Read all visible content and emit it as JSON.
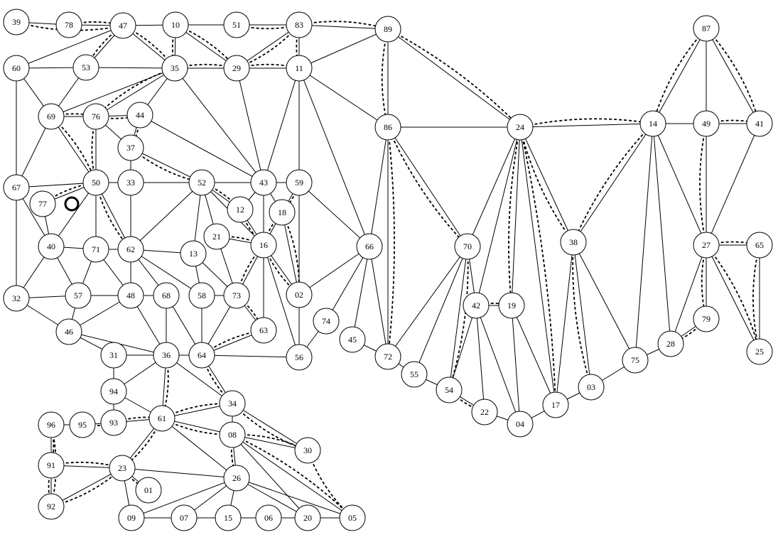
{
  "nodes": [
    {
      "id": "39",
      "label": "39"
    },
    {
      "id": "78",
      "label": "78"
    },
    {
      "id": "47",
      "label": "47"
    },
    {
      "id": "10",
      "label": "10"
    },
    {
      "id": "51",
      "label": "51"
    },
    {
      "id": "83",
      "label": "83"
    },
    {
      "id": "89",
      "label": "89"
    },
    {
      "id": "87",
      "label": "87"
    },
    {
      "id": "60",
      "label": "60"
    },
    {
      "id": "53",
      "label": "53"
    },
    {
      "id": "35",
      "label": "35"
    },
    {
      "id": "29",
      "label": "29"
    },
    {
      "id": "11",
      "label": "11"
    },
    {
      "id": "69",
      "label": "69"
    },
    {
      "id": "76",
      "label": "76"
    },
    {
      "id": "44",
      "label": "44"
    },
    {
      "id": "86",
      "label": "86"
    },
    {
      "id": "24",
      "label": "24"
    },
    {
      "id": "14",
      "label": "14"
    },
    {
      "id": "49",
      "label": "49"
    },
    {
      "id": "41",
      "label": "41"
    },
    {
      "id": "37",
      "label": "37"
    },
    {
      "id": "67",
      "label": "67"
    },
    {
      "id": "50",
      "label": "50"
    },
    {
      "id": "33",
      "label": "33"
    },
    {
      "id": "52",
      "label": "52"
    },
    {
      "id": "43",
      "label": "43"
    },
    {
      "id": "59",
      "label": "59"
    },
    {
      "id": "77",
      "label": "77"
    },
    {
      "id": "12",
      "label": "12"
    },
    {
      "id": "18",
      "label": "18"
    },
    {
      "id": "21",
      "label": "21"
    },
    {
      "id": "16",
      "label": "16"
    },
    {
      "id": "40",
      "label": "40"
    },
    {
      "id": "71",
      "label": "71"
    },
    {
      "id": "62",
      "label": "62"
    },
    {
      "id": "13",
      "label": "13"
    },
    {
      "id": "66",
      "label": "66"
    },
    {
      "id": "70",
      "label": "70"
    },
    {
      "id": "38",
      "label": "38"
    },
    {
      "id": "27",
      "label": "27"
    },
    {
      "id": "65",
      "label": "65"
    },
    {
      "id": "32",
      "label": "32"
    },
    {
      "id": "57",
      "label": "57"
    },
    {
      "id": "48",
      "label": "48"
    },
    {
      "id": "68",
      "label": "68"
    },
    {
      "id": "58",
      "label": "58"
    },
    {
      "id": "73",
      "label": "73"
    },
    {
      "id": "02",
      "label": "02"
    },
    {
      "id": "42",
      "label": "42"
    },
    {
      "id": "19",
      "label": "19"
    },
    {
      "id": "46",
      "label": "46"
    },
    {
      "id": "74",
      "label": "74"
    },
    {
      "id": "63",
      "label": "63"
    },
    {
      "id": "79",
      "label": "79"
    },
    {
      "id": "45",
      "label": "45"
    },
    {
      "id": "31",
      "label": "31"
    },
    {
      "id": "36",
      "label": "36"
    },
    {
      "id": "64",
      "label": "64"
    },
    {
      "id": "56",
      "label": "56"
    },
    {
      "id": "72",
      "label": "72"
    },
    {
      "id": "28",
      "label": "28"
    },
    {
      "id": "25",
      "label": "25"
    },
    {
      "id": "75",
      "label": "75"
    },
    {
      "id": "55",
      "label": "55"
    },
    {
      "id": "03",
      "label": "03"
    },
    {
      "id": "94",
      "label": "94"
    },
    {
      "id": "54",
      "label": "54"
    },
    {
      "id": "34",
      "label": "34"
    },
    {
      "id": "17",
      "label": "17"
    },
    {
      "id": "22",
      "label": "22"
    },
    {
      "id": "04",
      "label": "04"
    },
    {
      "id": "96",
      "label": "96"
    },
    {
      "id": "95",
      "label": "95"
    },
    {
      "id": "93",
      "label": "93"
    },
    {
      "id": "61",
      "label": "61"
    },
    {
      "id": "08",
      "label": "08"
    },
    {
      "id": "30",
      "label": "30"
    },
    {
      "id": "91",
      "label": "91"
    },
    {
      "id": "23",
      "label": "23"
    },
    {
      "id": "26",
      "label": "26"
    },
    {
      "id": "01",
      "label": "01"
    },
    {
      "id": "92",
      "label": "92"
    },
    {
      "id": "09",
      "label": "09"
    },
    {
      "id": "07",
      "label": "07"
    },
    {
      "id": "15",
      "label": "15"
    },
    {
      "id": "06",
      "label": "06"
    },
    {
      "id": "20",
      "label": "20"
    },
    {
      "id": "05",
      "label": "05"
    }
  ],
  "edges": [
    [
      "39",
      "78"
    ],
    [
      "78",
      "47"
    ],
    [
      "47",
      "10"
    ],
    [
      "10",
      "51"
    ],
    [
      "51",
      "83"
    ],
    [
      "83",
      "89"
    ],
    [
      "60",
      "53"
    ],
    [
      "53",
      "35"
    ],
    [
      "35",
      "29"
    ],
    [
      "29",
      "11"
    ],
    [
      "11",
      "89"
    ],
    [
      "47",
      "60"
    ],
    [
      "47",
      "53"
    ],
    [
      "47",
      "35"
    ],
    [
      "10",
      "35"
    ],
    [
      "10",
      "29"
    ],
    [
      "83",
      "29"
    ],
    [
      "83",
      "11"
    ],
    [
      "89",
      "86"
    ],
    [
      "89",
      "24"
    ],
    [
      "60",
      "69"
    ],
    [
      "60",
      "67"
    ],
    [
      "53",
      "69"
    ],
    [
      "35",
      "69"
    ],
    [
      "35",
      "76"
    ],
    [
      "35",
      "44"
    ],
    [
      "35",
      "43"
    ],
    [
      "29",
      "43"
    ],
    [
      "11",
      "43"
    ],
    [
      "11",
      "86"
    ],
    [
      "11",
      "66"
    ],
    [
      "11",
      "59"
    ],
    [
      "69",
      "76"
    ],
    [
      "76",
      "44"
    ],
    [
      "69",
      "67"
    ],
    [
      "69",
      "50"
    ],
    [
      "76",
      "50"
    ],
    [
      "76",
      "37"
    ],
    [
      "44",
      "37"
    ],
    [
      "44",
      "43"
    ],
    [
      "37",
      "33"
    ],
    [
      "37",
      "52"
    ],
    [
      "86",
      "24"
    ],
    [
      "24",
      "14"
    ],
    [
      "14",
      "49"
    ],
    [
      "49",
      "41"
    ],
    [
      "87",
      "14"
    ],
    [
      "87",
      "49"
    ],
    [
      "87",
      "41"
    ],
    [
      "41",
      "27"
    ],
    [
      "67",
      "50"
    ],
    [
      "50",
      "33"
    ],
    [
      "33",
      "52"
    ],
    [
      "52",
      "43"
    ],
    [
      "43",
      "59"
    ],
    [
      "77",
      "50"
    ],
    [
      "67",
      "40"
    ],
    [
      "67",
      "32"
    ],
    [
      "50",
      "40"
    ],
    [
      "50",
      "71"
    ],
    [
      "50",
      "62"
    ],
    [
      "33",
      "48"
    ],
    [
      "52",
      "62"
    ],
    [
      "52",
      "13"
    ],
    [
      "52",
      "21"
    ],
    [
      "52",
      "12"
    ],
    [
      "52",
      "16"
    ],
    [
      "43",
      "12"
    ],
    [
      "43",
      "16"
    ],
    [
      "43",
      "18"
    ],
    [
      "59",
      "66"
    ],
    [
      "59",
      "18"
    ],
    [
      "59",
      "02"
    ],
    [
      "77",
      "40"
    ],
    [
      "40",
      "71"
    ],
    [
      "71",
      "62"
    ],
    [
      "62",
      "13"
    ],
    [
      "40",
      "32"
    ],
    [
      "40",
      "57"
    ],
    [
      "71",
      "57"
    ],
    [
      "71",
      "48"
    ],
    [
      "62",
      "48"
    ],
    [
      "62",
      "68"
    ],
    [
      "62",
      "58"
    ],
    [
      "13",
      "58"
    ],
    [
      "13",
      "73"
    ],
    [
      "21",
      "16"
    ],
    [
      "21",
      "73"
    ],
    [
      "12",
      "16"
    ],
    [
      "18",
      "16"
    ],
    [
      "18",
      "02"
    ],
    [
      "16",
      "73"
    ],
    [
      "16",
      "02"
    ],
    [
      "16",
      "63"
    ],
    [
      "16",
      "56"
    ],
    [
      "32",
      "57"
    ],
    [
      "32",
      "46"
    ],
    [
      "57",
      "48"
    ],
    [
      "57",
      "46"
    ],
    [
      "48",
      "68"
    ],
    [
      "48",
      "46"
    ],
    [
      "48",
      "36"
    ],
    [
      "68",
      "36"
    ],
    [
      "68",
      "64"
    ],
    [
      "58",
      "64"
    ],
    [
      "58",
      "73"
    ],
    [
      "73",
      "64"
    ],
    [
      "73",
      "63"
    ],
    [
      "63",
      "64"
    ],
    [
      "02",
      "56"
    ],
    [
      "02",
      "66"
    ],
    [
      "74",
      "56"
    ],
    [
      "74",
      "66"
    ],
    [
      "66",
      "45"
    ],
    [
      "66",
      "72"
    ],
    [
      "66",
      "86"
    ],
    [
      "86",
      "72"
    ],
    [
      "86",
      "70"
    ],
    [
      "24",
      "70"
    ],
    [
      "24",
      "42"
    ],
    [
      "24",
      "19"
    ],
    [
      "24",
      "17"
    ],
    [
      "24",
      "38"
    ],
    [
      "70",
      "42"
    ],
    [
      "70",
      "72"
    ],
    [
      "70",
      "55"
    ],
    [
      "70",
      "54"
    ],
    [
      "42",
      "19"
    ],
    [
      "42",
      "54"
    ],
    [
      "42",
      "22"
    ],
    [
      "42",
      "04"
    ],
    [
      "19",
      "17"
    ],
    [
      "19",
      "04"
    ],
    [
      "38",
      "17"
    ],
    [
      "38",
      "03"
    ],
    [
      "38",
      "75"
    ],
    [
      "38",
      "14"
    ],
    [
      "14",
      "75"
    ],
    [
      "14",
      "28"
    ],
    [
      "14",
      "27"
    ],
    [
      "49",
      "27"
    ],
    [
      "27",
      "28"
    ],
    [
      "27",
      "65"
    ],
    [
      "27",
      "25"
    ],
    [
      "65",
      "25"
    ],
    [
      "75",
      "03"
    ],
    [
      "28",
      "75"
    ],
    [
      "79",
      "28"
    ],
    [
      "27",
      "79"
    ],
    [
      "46",
      "31"
    ],
    [
      "46",
      "36"
    ],
    [
      "31",
      "36"
    ],
    [
      "31",
      "94"
    ],
    [
      "36",
      "64"
    ],
    [
      "36",
      "61"
    ],
    [
      "36",
      "34"
    ],
    [
      "36",
      "94"
    ],
    [
      "64",
      "56"
    ],
    [
      "64",
      "34"
    ],
    [
      "45",
      "72"
    ],
    [
      "72",
      "55"
    ],
    [
      "55",
      "54"
    ],
    [
      "54",
      "22"
    ],
    [
      "22",
      "04"
    ],
    [
      "04",
      "17"
    ],
    [
      "17",
      "03"
    ],
    [
      "94",
      "61"
    ],
    [
      "94",
      "93"
    ],
    [
      "93",
      "61"
    ],
    [
      "96",
      "95"
    ],
    [
      "95",
      "93"
    ],
    [
      "96",
      "91"
    ],
    [
      "91",
      "92"
    ],
    [
      "91",
      "23"
    ],
    [
      "92",
      "23"
    ],
    [
      "61",
      "34"
    ],
    [
      "61",
      "08"
    ],
    [
      "61",
      "23"
    ],
    [
      "61",
      "26"
    ],
    [
      "34",
      "08"
    ],
    [
      "34",
      "30"
    ],
    [
      "08",
      "30"
    ],
    [
      "08",
      "26"
    ],
    [
      "08",
      "05"
    ],
    [
      "08",
      "20"
    ],
    [
      "23",
      "01"
    ],
    [
      "23",
      "26"
    ],
    [
      "23",
      "09"
    ],
    [
      "26",
      "09"
    ],
    [
      "26",
      "07"
    ],
    [
      "26",
      "15"
    ],
    [
      "26",
      "20"
    ],
    [
      "26",
      "05"
    ],
    [
      "09",
      "07"
    ],
    [
      "07",
      "15"
    ],
    [
      "15",
      "06"
    ],
    [
      "06",
      "20"
    ],
    [
      "20",
      "05"
    ],
    [
      "15",
      "05"
    ]
  ],
  "dashed_edges": [
    [
      "39",
      "47"
    ],
    [
      "78",
      "47"
    ],
    [
      "47",
      "53"
    ],
    [
      "47",
      "35"
    ],
    [
      "10",
      "35"
    ],
    [
      "10",
      "29"
    ],
    [
      "51",
      "83"
    ],
    [
      "83",
      "29"
    ],
    [
      "83",
      "11"
    ],
    [
      "83",
      "89"
    ],
    [
      "29",
      "35"
    ],
    [
      "29",
      "11"
    ],
    [
      "89",
      "86"
    ],
    [
      "89",
      "24"
    ],
    [
      "35",
      "76"
    ],
    [
      "69",
      "76"
    ],
    [
      "76",
      "44"
    ],
    [
      "44",
      "37"
    ],
    [
      "37",
      "52"
    ],
    [
      "69",
      "50"
    ],
    [
      "76",
      "50"
    ],
    [
      "77",
      "50"
    ],
    [
      "50",
      "62"
    ],
    [
      "52",
      "12"
    ],
    [
      "12",
      "16"
    ],
    [
      "21",
      "16"
    ],
    [
      "18",
      "16"
    ],
    [
      "18",
      "02"
    ],
    [
      "16",
      "02"
    ],
    [
      "59",
      "18"
    ],
    [
      "16",
      "73"
    ],
    [
      "73",
      "63"
    ],
    [
      "63",
      "64"
    ],
    [
      "86",
      "72"
    ],
    [
      "86",
      "70"
    ],
    [
      "24",
      "14"
    ],
    [
      "24",
      "19"
    ],
    [
      "24",
      "17"
    ],
    [
      "24",
      "38"
    ],
    [
      "70",
      "54"
    ],
    [
      "54",
      "22"
    ],
    [
      "42",
      "19"
    ],
    [
      "87",
      "14"
    ],
    [
      "87",
      "41"
    ],
    [
      "14",
      "38"
    ],
    [
      "49",
      "41"
    ],
    [
      "49",
      "27"
    ],
    [
      "27",
      "65"
    ],
    [
      "65",
      "25"
    ],
    [
      "27",
      "25"
    ],
    [
      "27",
      "79"
    ],
    [
      "79",
      "28"
    ],
    [
      "38",
      "03"
    ],
    [
      "36",
      "61"
    ],
    [
      "64",
      "34"
    ],
    [
      "61",
      "34"
    ],
    [
      "61",
      "08"
    ],
    [
      "61",
      "23"
    ],
    [
      "34",
      "30"
    ],
    [
      "08",
      "30"
    ],
    [
      "08",
      "26"
    ],
    [
      "08",
      "05"
    ],
    [
      "30",
      "05"
    ],
    [
      "96",
      "91"
    ],
    [
      "91",
      "92"
    ],
    [
      "96",
      "92"
    ],
    [
      "92",
      "23"
    ],
    [
      "91",
      "23"
    ],
    [
      "95",
      "93"
    ],
    [
      "93",
      "61"
    ],
    [
      "23",
      "01"
    ]
  ],
  "ring_marker": {
    "near": "77",
    "label": "ring"
  }
}
